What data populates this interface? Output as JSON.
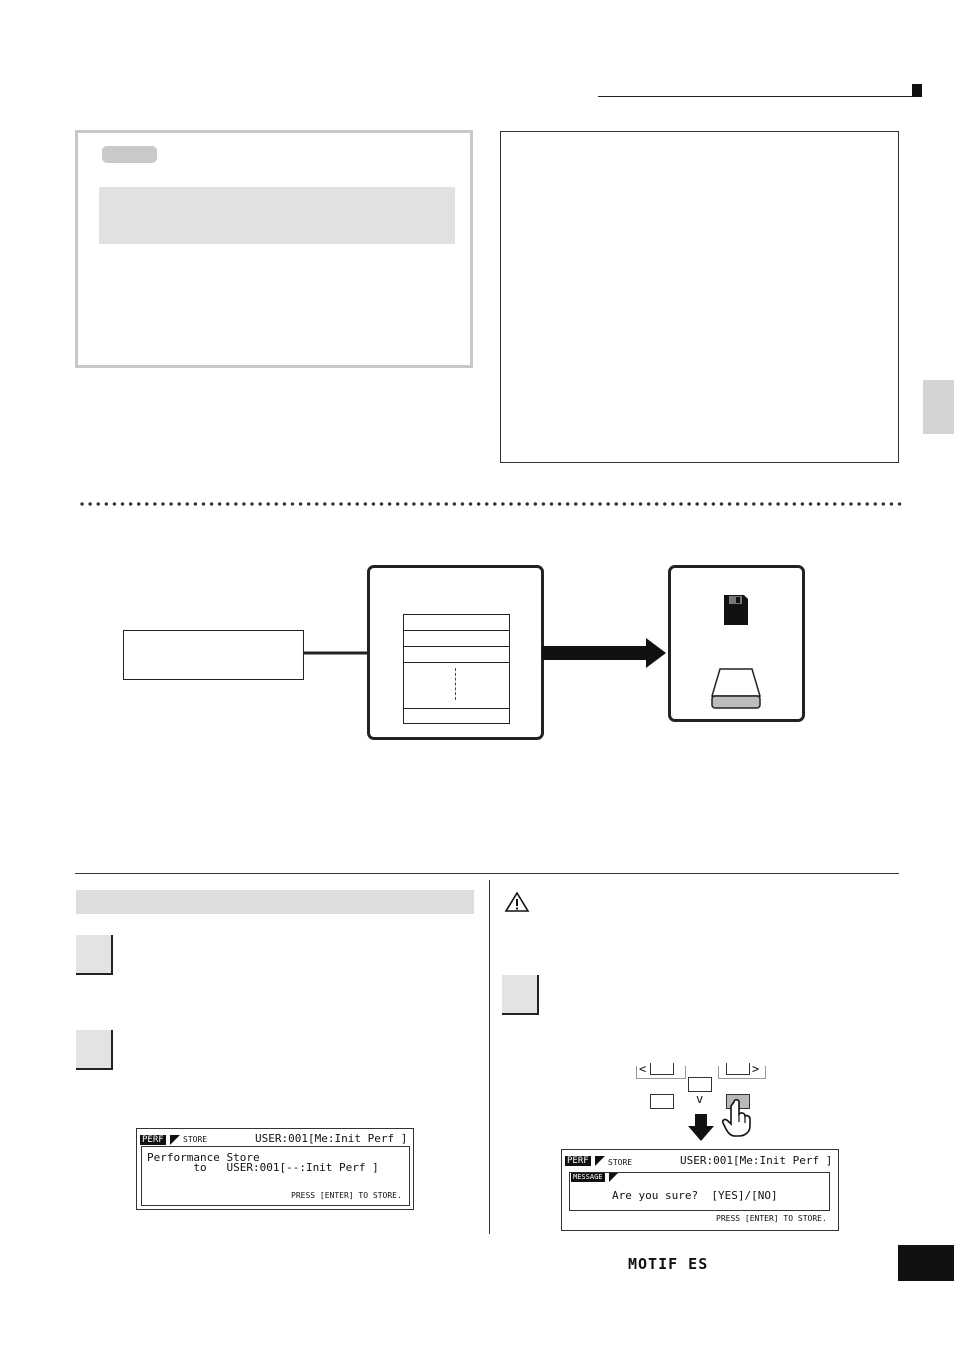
{
  "diagram": {
    "colors": {
      "line": "#222222",
      "fill": "#111111",
      "drive": "#bdbdbd"
    }
  },
  "lcd_store": {
    "tab": "PERF",
    "mode": "STORE",
    "location": "USER:001[Me:Init Perf ]",
    "line1": "Performance Store",
    "line2": "       to   USER:001[--:Init Perf ]",
    "footer": "PRESS [ENTER] TO STORE."
  },
  "lcd_confirm": {
    "tab": "PERF",
    "mode": "STORE",
    "location": "USER:001[Me:Init Perf ]",
    "message_tab": "MESSAGE",
    "question": "Are you sure?  [YES]/[NO]",
    "footer": "PRESS [ENTER] TO STORE."
  },
  "keys": {
    "dec_glyph": "<",
    "inc_glyph": ">",
    "down_glyph": "v"
  },
  "icons": {
    "caution": "caution-triangle-icon",
    "floppy": "floppy-disk-icon",
    "drive": "storage-drive-icon",
    "finger": "pointing-finger-icon"
  },
  "brand": "MOTIF ES"
}
